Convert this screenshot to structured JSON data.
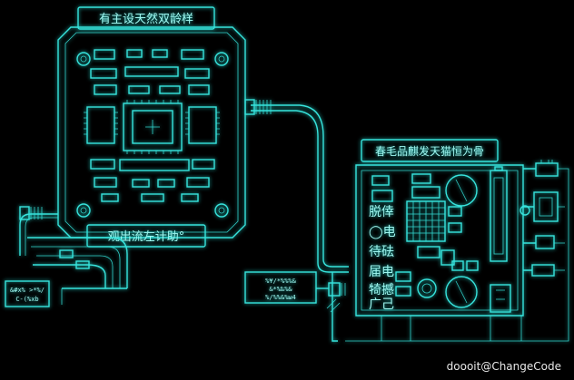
{
  "title": "",
  "left_board": {
    "title": "有主设天然双龄样",
    "footer": "观出流左计助°"
  },
  "right_board": {
    "title": "春毛品麒发天猫恒为骨",
    "side_labels": [
      "脱倖",
      "◯电",
      "待砝",
      "届电",
      "犄撼",
      "广己"
    ]
  },
  "left_connector_label": [
    "&#x% >*%/",
    "C-(%xb"
  ],
  "middle_connector_label": [
    "%¥/*%%%&",
    "&*%‰%&",
    "%/%%&%ы4"
  ],
  "watermark": "doooit@ChangeCode",
  "colors": {
    "background": "#000000",
    "line": "#37e3dc",
    "text": "#9ff7f0"
  }
}
